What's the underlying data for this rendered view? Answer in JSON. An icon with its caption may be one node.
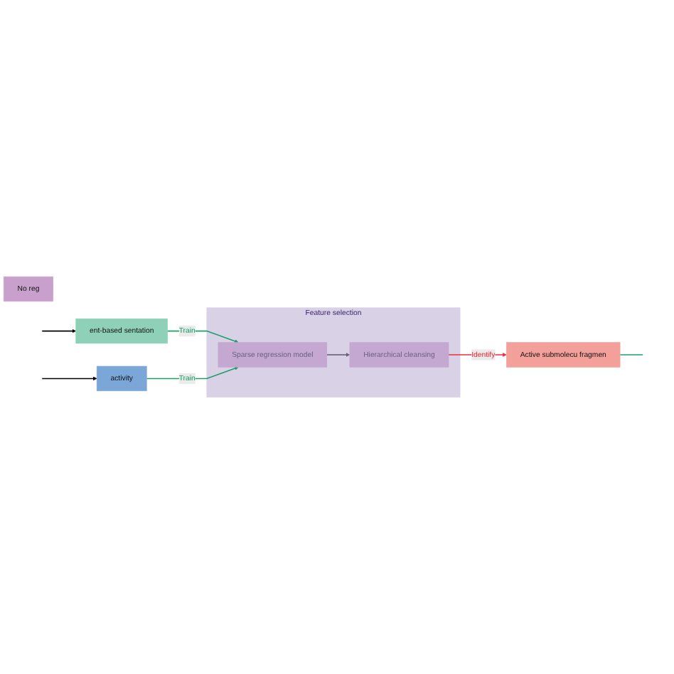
{
  "diagram": {
    "nodes": [
      {
        "text": [
          "ent-based sentation"
        ]
      },
      {
        "text": [
          "Active submolecu fragmen"
        ]
      },
      {
        "text": [
          "Feature selection"
        ]
      },
      {
        "text": [
          "Sparse regression model"
        ],
        "in": 2
      },
      {
        "text": [
          "Hierarchical cleansing"
        ],
        "in": 2
      },
      {
        "text": [
          "No reg"
        ]
      },
      {
        "text": [
          "activity"
        ]
      }
    ],
    "edges": [
      {
        "from": null,
        "to": 0,
        "arrow": "to",
        "color": "#000000"
      },
      {
        "from": 0,
        "to": 3,
        "arrow": "to",
        "label": "Train",
        "color": "#1aa06a"
      },
      {
        "from": 4,
        "to": 1,
        "arrow": "to",
        "label": "Identify",
        "color": "#e8303a"
      },
      {
        "from": 1,
        "to": null,
        "arrow": "none",
        "color": "#1aa06a"
      },
      {
        "from": 3,
        "to": 4,
        "arrow": "to",
        "color": "#666077"
      },
      {
        "from": null,
        "to": 6,
        "arrow": "to",
        "color": "#000000"
      },
      {
        "from": 6,
        "to": 3,
        "arrow": "to",
        "label": "Train",
        "color": "#1aa06a"
      }
    ]
  }
}
